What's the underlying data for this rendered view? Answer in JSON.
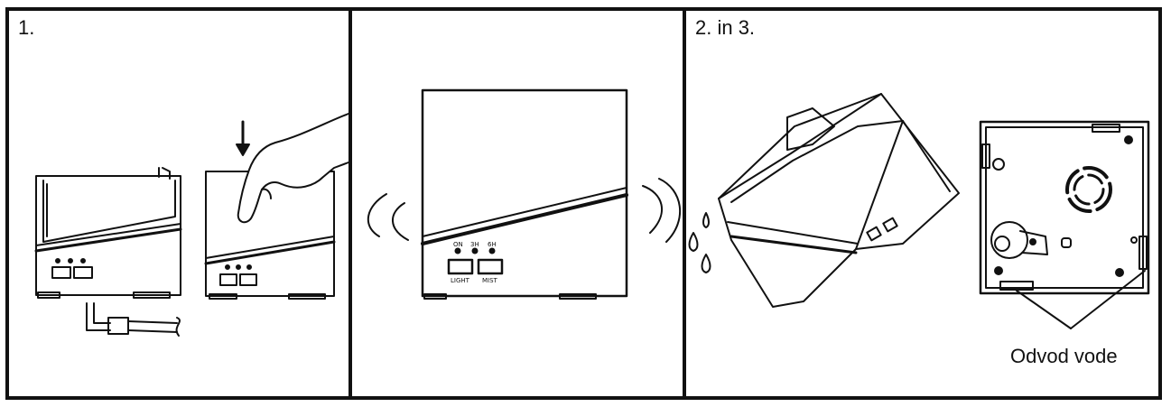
{
  "panel1": {
    "step_label": "1."
  },
  "panel2": {
    "control_labels": {
      "on": "ON",
      "h3": "3H",
      "h6": "6H",
      "light": "LIGHT",
      "mist": "MIST"
    }
  },
  "panel3": {
    "step_label": "2. in 3.",
    "callout": "Odvod vode"
  },
  "icons": [
    "arrow-down-icon",
    "hand-icon",
    "power-plug-icon",
    "vibration-waves-icon",
    "water-drops-icon",
    "fan-grille-icon"
  ]
}
